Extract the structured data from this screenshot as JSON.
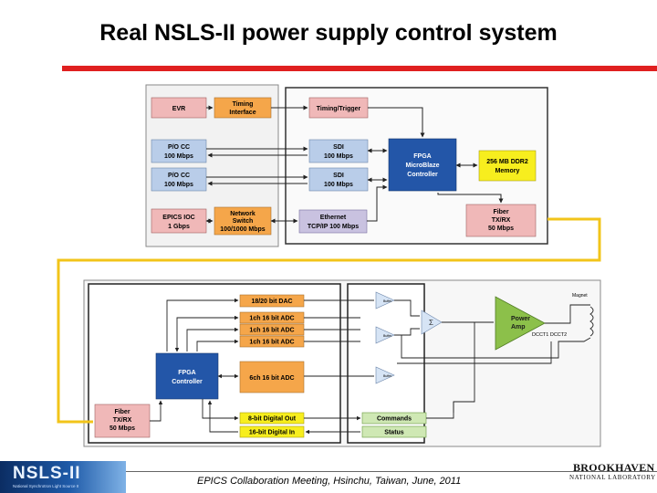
{
  "title": "Real NSLS-II power supply control system",
  "footer": "EPICS Collaboration Meeting, Hsinchu, Taiwan, June, 2011",
  "logos": {
    "nsls": {
      "word": "NSLS-II",
      "sub": "National Synchrotron Light Source II"
    },
    "bnl": {
      "word": "BROOKHAVEN",
      "sub": "NATIONAL LABORATORY"
    }
  },
  "colors": {
    "accent_rule": "#e02020",
    "pink": "#f0b8b8",
    "orange": "#f5a64a",
    "blue_light": "#b9cde9",
    "blue_dark": "#2356a8",
    "yellow": "#f7ee1e",
    "lavender": "#c9c2e0",
    "green": "#8cc04a",
    "green_light": "#cfe8b4",
    "cable_yellow": "#f2c41a"
  },
  "top_diagram": {
    "evr": "EVR",
    "timing_interface": [
      "Timing",
      "Interface"
    ],
    "timing_trigger": "Timing/Trigger",
    "po_cc_1": [
      "P/O CC",
      "100 Mbps"
    ],
    "po_cc_2": [
      "P/O CC",
      "100 Mbps"
    ],
    "sdi_1": [
      "SDI",
      "100 Mbps"
    ],
    "sdi_2": [
      "SDI",
      "100 Mbps"
    ],
    "fpga_microblaze": [
      "FPGA",
      "MicroBlaze",
      "Controller"
    ],
    "ddr_memory": [
      "256 MB DDR2",
      "Memory"
    ],
    "epics_ioc": [
      "EPICS IOC",
      "1 Gbps"
    ],
    "network_switch": [
      "Network",
      "Switch",
      "100/1000 Mbps"
    ],
    "ethernet": [
      "Ethernet",
      "TCP/IP 100 Mbps"
    ],
    "fiber_top": [
      "Fiber",
      "TX/RX",
      "50 Mbps"
    ]
  },
  "bottom_diagram": {
    "dac": "18/20 bit DAC",
    "adc_1": "1ch 16 bit ADC",
    "adc_2": "1ch 16 bit ADC",
    "adc_3": "1ch 16 bit ADC",
    "adc_6ch": "6ch 16 bit ADC",
    "fpga_controller": [
      "FPGA",
      "Controller"
    ],
    "digital_out": "8-bit Digital Out",
    "digital_in": "16-bit Digital In",
    "commands": "Commands",
    "status": "Status",
    "fiber_bottom": [
      "Fiber",
      "TX/RX",
      "50 Mbps"
    ],
    "power_amp": [
      "Power",
      "Amp"
    ],
    "magnet": "Magnet",
    "dcct": "DCCT1 DCCT2",
    "buffer_1": "Buffer",
    "buffer_2": "Buffer",
    "buffer_3": "Buffer"
  }
}
